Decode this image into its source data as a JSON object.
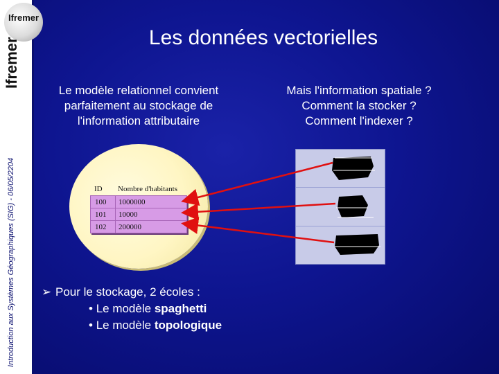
{
  "branding": {
    "logo_text": "Ifremer",
    "vertical_brand": "Ifremer",
    "vertical_footer": "Introduction aux Systèmes Géographiques (SIG) - 06/05/2204"
  },
  "slide": {
    "title": "Les données vectorielles"
  },
  "left": {
    "heading_lines": [
      "Le modèle relationnel convient",
      "parfaitement au stockage de",
      "l'information attributaire"
    ]
  },
  "right": {
    "heading_lines": [
      "Mais l'information spatiale ?",
      "Comment la stocker ?",
      "Comment l'indexer ?"
    ]
  },
  "table": {
    "headers": [
      "ID",
      "Nombre d'habitants"
    ],
    "rows": [
      [
        "100",
        "1000000"
      ],
      [
        "101",
        "10000"
      ],
      [
        "102",
        "200000"
      ]
    ]
  },
  "bullets": {
    "main_prefix": "Pour le stockage, 2 écoles :",
    "items": [
      {
        "prefix": "Le modèle ",
        "bold": "spaghetti"
      },
      {
        "prefix": "Le modèle ",
        "bold": "topologique"
      }
    ]
  },
  "colors": {
    "background": "#0e1590",
    "table_fill": "#d79be6",
    "arrow": "#e01010",
    "ellipse": "#fff6c4",
    "map_panel": "#c8cbe8"
  }
}
